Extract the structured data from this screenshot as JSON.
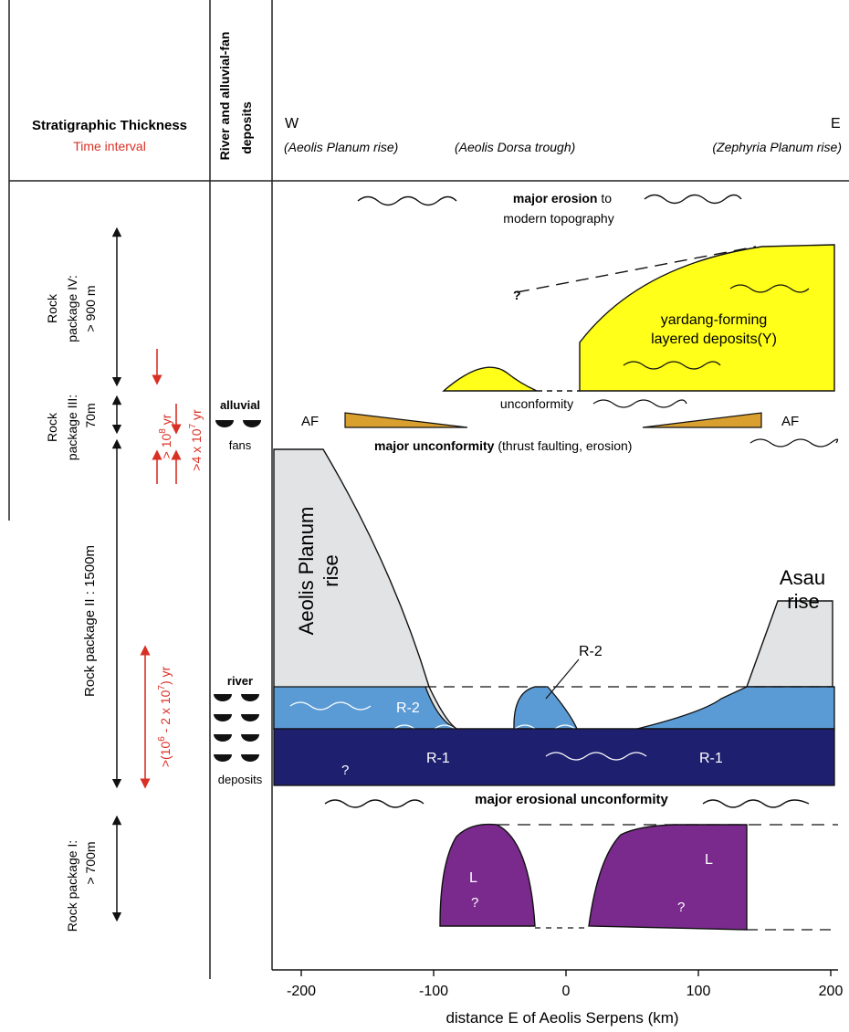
{
  "header": {
    "strat_thickness": "Stratigraphic Thickness",
    "time_interval": "Time interval",
    "river_col_line1": "River and alluvial-fan",
    "river_col_line2": "deposits",
    "west": "W",
    "east": "E",
    "west_sub": "(Aeolis Planum rise)",
    "middle_sub": "(Aeolis Dorsa trough)",
    "east_sub": "(Zephyria Planum rise)"
  },
  "packages": {
    "iv_line1": "Rock",
    "iv_line2": "package IV:",
    "iv_line3": "> 900 m",
    "iii_line1": "Rock",
    "iii_line2": "package III:",
    "iii_line3": "70m",
    "ii": "Rock package II : 1500m",
    "i_line1": "Rock package I:",
    "i_line2": "> 700m"
  },
  "time_labels": {
    "t1": "> 10",
    "t1_exp": "8",
    "t1_unit": " yr",
    "t2": ">4 x 10",
    "t2_exp": "7",
    "t2_unit": " yr",
    "t3": ">(10",
    "t3_exp1": "6",
    "t3_mid": " - 2 x 10",
    "t3_exp2": "7",
    "t3_unit": ") yr"
  },
  "deposit_labels": {
    "alluvial": "alluvial",
    "fans": "fans",
    "river": "river",
    "deposits": "deposits"
  },
  "annotations": {
    "major_erosion_bold": "major erosion",
    "major_erosion_rest": " to",
    "modern_topography": "modern topography",
    "question": "?",
    "yardang_line1": "yardang-forming",
    "yardang_line2": "layered deposits(Y)",
    "unconformity": "unconformity",
    "af_left": "AF",
    "af_right": "AF",
    "major_unconf_bold": "major unconformity",
    "major_unconf_rest": " (thrust faulting, erosion)",
    "aeolis_planum_line1": "Aeolis Planum",
    "aeolis_planum_line2": "rise",
    "asau_line1": "Asau",
    "asau_line2": "rise",
    "r2_callout": "R-2",
    "r2_layer": "R-2",
    "r1_left": "R-1",
    "r1_right": "R-1",
    "q_r1": "?",
    "major_erosional_unconformity": "major erosional unconformity",
    "l_left": "L",
    "q_l_left": "?",
    "l_right": "L",
    "q_l_right": "?"
  },
  "axis": {
    "xlabel": "distance E of Aeolis Serpens (km)",
    "ticks": [
      "-200",
      "-100",
      "0",
      "100",
      "200"
    ]
  },
  "colors": {
    "yellow": "#ffff1a",
    "orange": "#d9a030",
    "gray": "#e2e3e4",
    "light_blue": "#5b9bd5",
    "dark_blue": "#1f1f70",
    "purple": "#7a2a8c",
    "red": "#d93025"
  }
}
